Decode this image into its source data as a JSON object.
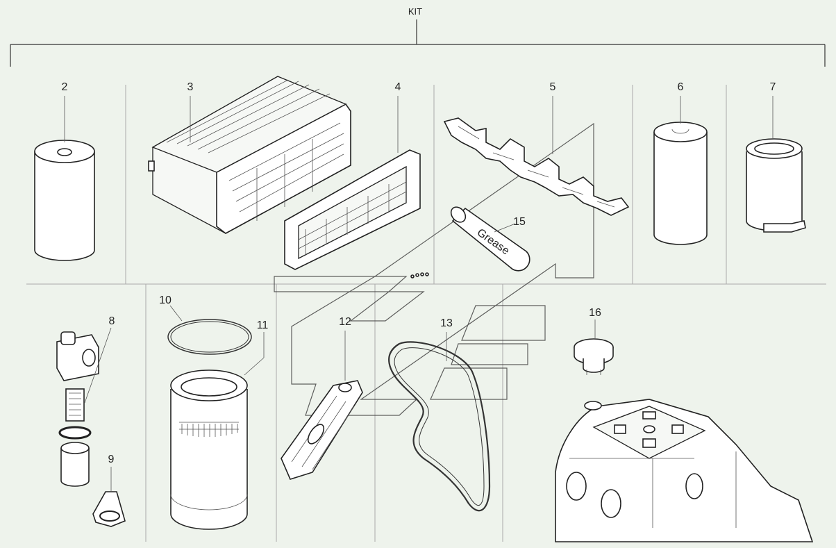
{
  "kit_label": "KIT",
  "callouts": {
    "p2": "2",
    "p3": "3",
    "p4": "4",
    "p5": "5",
    "p6": "6",
    "p7": "7",
    "p8": "8",
    "p9": "9",
    "p10": "10",
    "p11": "11",
    "p12": "12",
    "p13": "13",
    "p15": "15",
    "p16": "16"
  },
  "grease_text": "Grease",
  "colors": {
    "background": "#eef3ec",
    "line": "#222222",
    "divider": "#aaaaaa"
  }
}
